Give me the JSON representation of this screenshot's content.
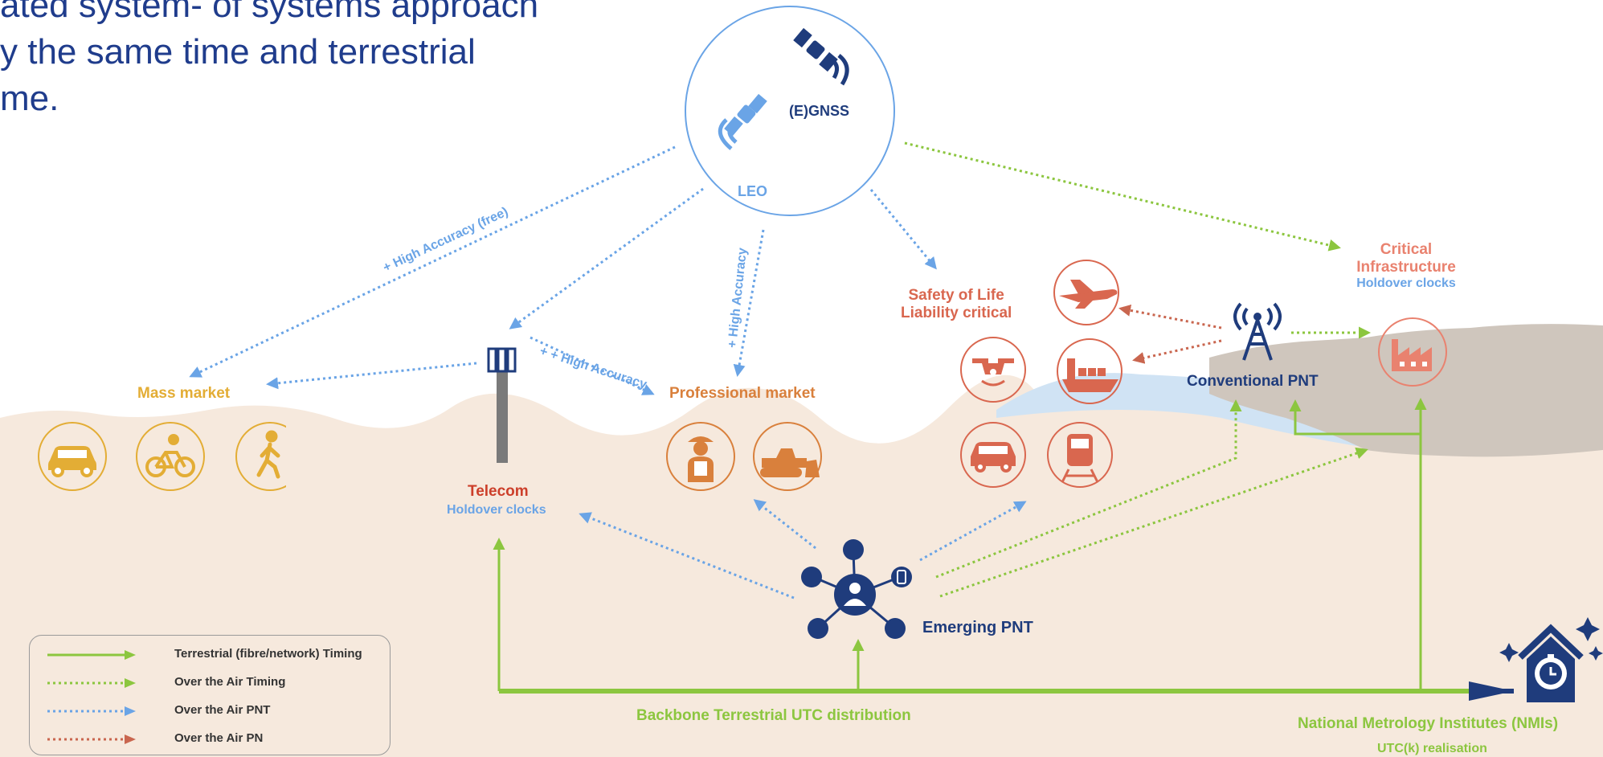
{
  "heading": {
    "line1": "ated system- of systems approach",
    "line2": "y the same time and terrestrial",
    "line3": "me."
  },
  "space": {
    "gnss_label": "(E)GNSS",
    "leo_label": "LEO"
  },
  "markets": {
    "mass": "Mass market",
    "professional": "Professional market",
    "telecom": "Telecom",
    "telecom_sub": "Holdover clocks",
    "safety_line1": "Safety of Life",
    "safety_line2": "Liability critical",
    "critical_line1": "Critical",
    "critical_line2": "Infrastructure",
    "critical_sub": "Holdover clocks",
    "conventional": "Conventional PNT",
    "emerging": "Emerging PNT"
  },
  "link_labels": {
    "high_acc_free": "+ High Accuracy (free)",
    "high_acc_telecom": "+ + High Accuracy",
    "high_acc_pro": "+ High Accuracy"
  },
  "backbone": "Backbone Terrestrial UTC distribution",
  "nmi": {
    "title": "National Metrology Institutes (NMIs)",
    "sub": "UTC(k) realisation"
  },
  "legend": [
    {
      "label": "Terrestrial (fibre/network) Timing",
      "color": "#8cc63f",
      "style": "solid"
    },
    {
      "label": "Over the Air Timing",
      "color": "#8cc63f",
      "style": "dotted"
    },
    {
      "label": "Over the Air PNT",
      "color": "#6aa4e6",
      "style": "dotted"
    },
    {
      "label": "Over the Air PN",
      "color": "#c9664f",
      "style": "dotted"
    }
  ],
  "icons": [
    "satellite-icon",
    "leo-satellite-icon",
    "car-icon",
    "bicycle-icon",
    "pedestrian-icon",
    "cell-tower-icon",
    "farmer-icon",
    "bulldozer-icon",
    "plane-icon",
    "ship-icon",
    "drone-icon",
    "car-icon",
    "train-icon",
    "radio-tower-icon",
    "factory-icon",
    "network-hub-icon",
    "clock-house-icon"
  ],
  "colors": {
    "terrestrial": "#8cc63f",
    "ota_pnt": "#6aa4e6",
    "ota_pn": "#c9664f",
    "gold": "#e3ad35",
    "orange": "#d9803c",
    "navy": "#1f3c7c",
    "salmon": "#e9826f"
  }
}
